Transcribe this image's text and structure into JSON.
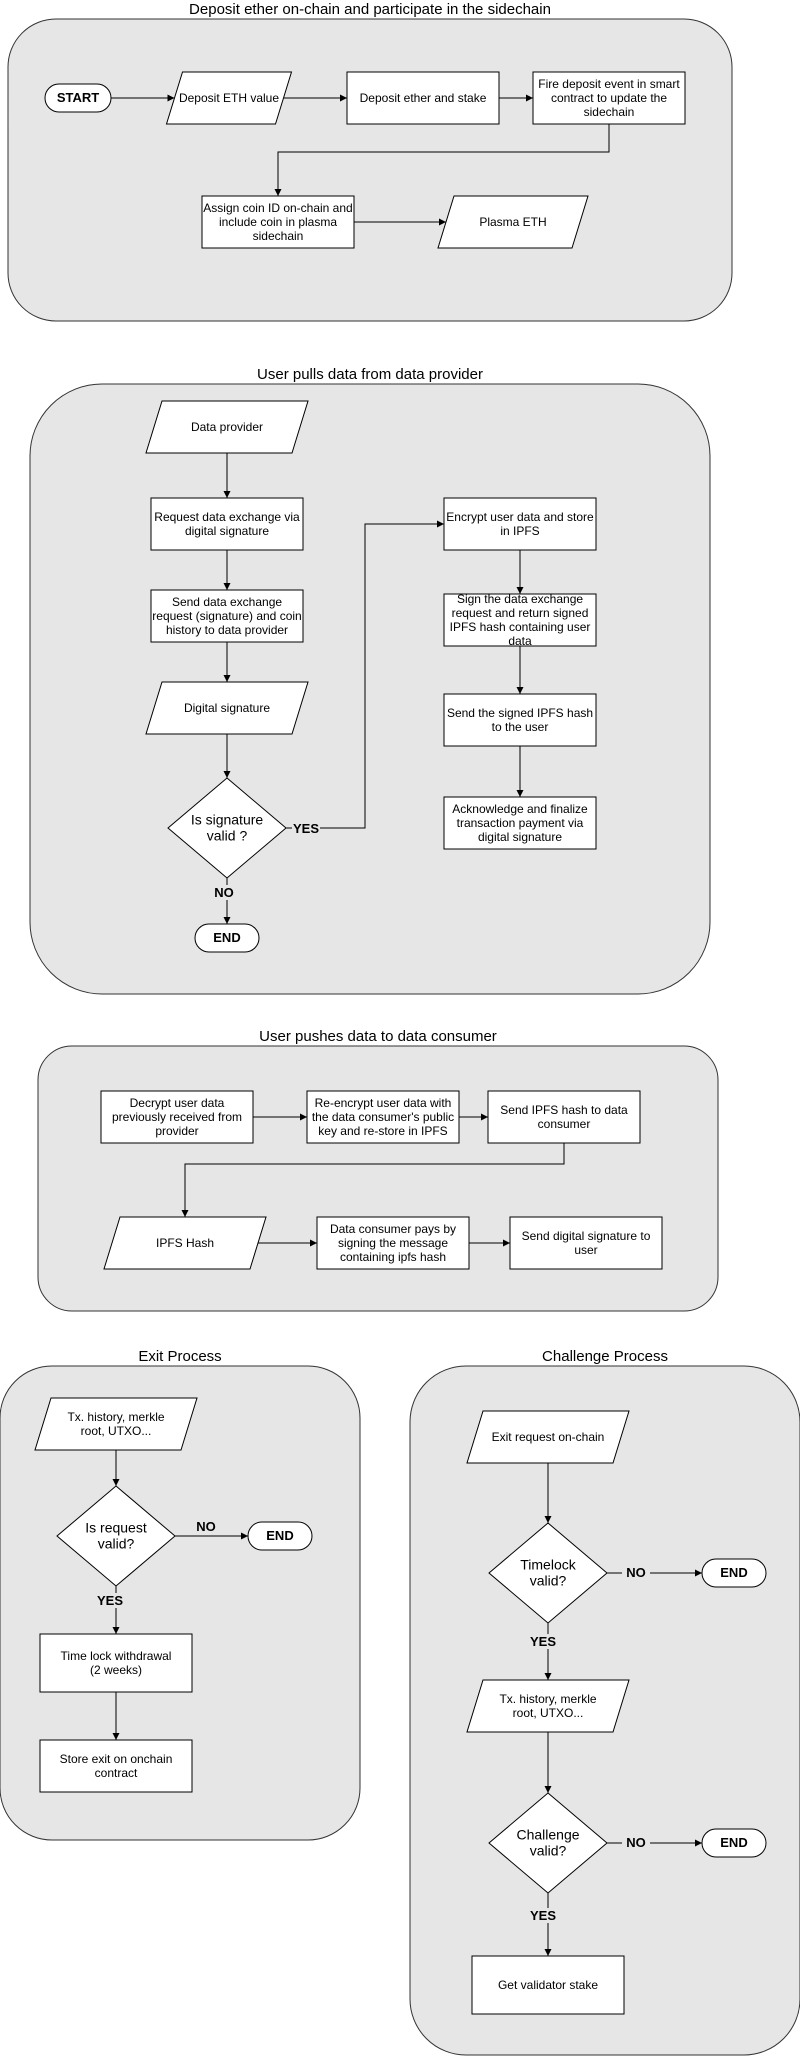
{
  "sections": [
    {
      "id": "deposit",
      "title": "Deposit ether on-chain and participate in the sidechain"
    },
    {
      "id": "pull",
      "title": "User pulls data from data provider"
    },
    {
      "id": "push",
      "title": "User pushes data to data consumer"
    },
    {
      "id": "exit",
      "title": "Exit Process"
    },
    {
      "id": "challenge",
      "title": "Challenge Process"
    }
  ],
  "nodes": [
    {
      "id": "start",
      "shape": "terminal",
      "lines": [
        "START"
      ]
    },
    {
      "id": "deposit_eth_value",
      "shape": "parallelogram",
      "lines": [
        "Deposit ETH value"
      ]
    },
    {
      "id": "deposit_stake",
      "shape": "rect",
      "lines": [
        "Deposit ether and stake"
      ]
    },
    {
      "id": "fire_event",
      "shape": "rect",
      "lines": [
        "Fire deposit event in smart",
        "contract to update the",
        "sidechain"
      ]
    },
    {
      "id": "assign_coin",
      "shape": "rect",
      "lines": [
        "Assign coin ID on-chain and",
        "include coin in plasma",
        "sidechain"
      ]
    },
    {
      "id": "plasma_eth",
      "shape": "parallelogram",
      "lines": [
        "Plasma ETH"
      ]
    },
    {
      "id": "data_provider",
      "shape": "parallelogram",
      "lines": [
        "Data provider"
      ]
    },
    {
      "id": "request_exchange",
      "shape": "rect",
      "lines": [
        "Request data exchange via",
        "digital signature"
      ]
    },
    {
      "id": "send_request",
      "shape": "rect",
      "lines": [
        "Send data exchange",
        "request (signature) and coin",
        "history to data provider"
      ]
    },
    {
      "id": "digital_signature",
      "shape": "parallelogram",
      "lines": [
        "Digital signature"
      ]
    },
    {
      "id": "sig_valid",
      "shape": "diamond",
      "lines": [
        "Is signature",
        "valid ?"
      ]
    },
    {
      "id": "end_pull",
      "shape": "terminal",
      "lines": [
        "END"
      ]
    },
    {
      "id": "encrypt_store",
      "shape": "rect",
      "lines": [
        "Encrypt user data and store",
        "in IPFS"
      ]
    },
    {
      "id": "sign_return",
      "shape": "rect",
      "lines": [
        "Sign the data exchange",
        "request and return signed",
        "IPFS hash containing user",
        "data"
      ]
    },
    {
      "id": "send_signed_hash",
      "shape": "rect",
      "lines": [
        "Send the signed IPFS hash",
        "to the user"
      ]
    },
    {
      "id": "acknowledge",
      "shape": "rect",
      "lines": [
        "Acknowledge and finalize",
        "transaction payment via",
        "digital signature"
      ]
    },
    {
      "id": "decrypt",
      "shape": "rect",
      "lines": [
        "Decrypt user data",
        "previously received from",
        "provider"
      ]
    },
    {
      "id": "reencrypt",
      "shape": "rect",
      "lines": [
        "Re-encrypt user data with",
        "the data consumer's public",
        "key and re-store in IPFS"
      ]
    },
    {
      "id": "send_ipfs_hash",
      "shape": "rect",
      "lines": [
        "Send IPFS hash to data",
        "consumer"
      ]
    },
    {
      "id": "ipfs_hash",
      "shape": "parallelogram",
      "lines": [
        "IPFS Hash"
      ]
    },
    {
      "id": "consumer_pays",
      "shape": "rect",
      "lines": [
        "Data consumer pays by",
        "signing the message",
        "containing ipfs hash"
      ]
    },
    {
      "id": "send_sig_user",
      "shape": "rect",
      "lines": [
        "Send digital signature to",
        "user"
      ]
    },
    {
      "id": "exit_tx",
      "shape": "parallelogram",
      "lines": [
        "Tx. history, merkle",
        "root, UTXO..."
      ]
    },
    {
      "id": "request_valid",
      "shape": "diamond",
      "lines": [
        "Is request",
        "valid?"
      ]
    },
    {
      "id": "end_exit",
      "shape": "terminal",
      "lines": [
        "END"
      ]
    },
    {
      "id": "time_lock",
      "shape": "rect",
      "lines": [
        "Time lock withdrawal",
        "(2 weeks)"
      ]
    },
    {
      "id": "store_exit",
      "shape": "rect",
      "lines": [
        "Store exit on onchain",
        "contract"
      ]
    },
    {
      "id": "exit_request",
      "shape": "parallelogram",
      "lines": [
        "Exit request on-chain"
      ]
    },
    {
      "id": "timelock_valid",
      "shape": "diamond",
      "lines": [
        "Timelock",
        "valid?"
      ]
    },
    {
      "id": "end_timelock",
      "shape": "terminal",
      "lines": [
        "END"
      ]
    },
    {
      "id": "challenge_tx",
      "shape": "parallelogram",
      "lines": [
        "Tx. history, merkle",
        "root, UTXO..."
      ]
    },
    {
      "id": "challenge_valid",
      "shape": "diamond",
      "lines": [
        "Challenge",
        "valid?"
      ]
    },
    {
      "id": "end_challenge",
      "shape": "terminal",
      "lines": [
        "END"
      ]
    },
    {
      "id": "validator_stake",
      "shape": "rect",
      "lines": [
        "Get validator stake"
      ]
    }
  ],
  "edges": [
    {
      "from": "start",
      "to": "deposit_eth_value",
      "label": ""
    },
    {
      "from": "deposit_eth_value",
      "to": "deposit_stake",
      "label": ""
    },
    {
      "from": "deposit_stake",
      "to": "fire_event",
      "label": ""
    },
    {
      "from": "fire_event",
      "to": "assign_coin",
      "label": ""
    },
    {
      "from": "assign_coin",
      "to": "plasma_eth",
      "label": ""
    },
    {
      "from": "data_provider",
      "to": "request_exchange",
      "label": ""
    },
    {
      "from": "request_exchange",
      "to": "send_request",
      "label": ""
    },
    {
      "from": "send_request",
      "to": "digital_signature",
      "label": ""
    },
    {
      "from": "digital_signature",
      "to": "sig_valid",
      "label": ""
    },
    {
      "from": "sig_valid",
      "to": "end_pull",
      "label": "NO"
    },
    {
      "from": "sig_valid",
      "to": "encrypt_store",
      "label": "YES"
    },
    {
      "from": "encrypt_store",
      "to": "sign_return",
      "label": ""
    },
    {
      "from": "sign_return",
      "to": "send_signed_hash",
      "label": ""
    },
    {
      "from": "send_signed_hash",
      "to": "acknowledge",
      "label": ""
    },
    {
      "from": "decrypt",
      "to": "reencrypt",
      "label": ""
    },
    {
      "from": "reencrypt",
      "to": "send_ipfs_hash",
      "label": ""
    },
    {
      "from": "send_ipfs_hash",
      "to": "ipfs_hash",
      "label": ""
    },
    {
      "from": "ipfs_hash",
      "to": "consumer_pays",
      "label": ""
    },
    {
      "from": "consumer_pays",
      "to": "send_sig_user",
      "label": ""
    },
    {
      "from": "exit_tx",
      "to": "request_valid",
      "label": ""
    },
    {
      "from": "request_valid",
      "to": "end_exit",
      "label": "NO"
    },
    {
      "from": "request_valid",
      "to": "time_lock",
      "label": "YES"
    },
    {
      "from": "time_lock",
      "to": "store_exit",
      "label": ""
    },
    {
      "from": "exit_request",
      "to": "timelock_valid",
      "label": ""
    },
    {
      "from": "timelock_valid",
      "to": "end_timelock",
      "label": "NO"
    },
    {
      "from": "timelock_valid",
      "to": "challenge_tx",
      "label": "YES"
    },
    {
      "from": "challenge_tx",
      "to": "challenge_valid",
      "label": ""
    },
    {
      "from": "challenge_valid",
      "to": "end_challenge",
      "label": "NO"
    },
    {
      "from": "challenge_valid",
      "to": "validator_stake",
      "label": "YES"
    }
  ]
}
